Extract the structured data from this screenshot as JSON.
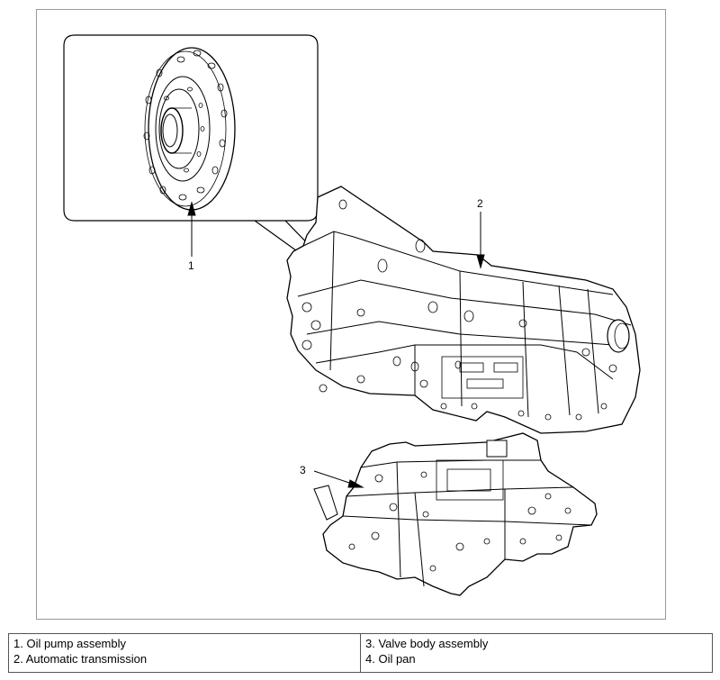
{
  "figure": {
    "callouts": [
      "1",
      "2",
      "3"
    ]
  },
  "legend": {
    "left": [
      "1. Oil pump assembly",
      "2. Automatic transmission"
    ],
    "right": [
      "3. Valve body assembly",
      "4. Oil pan"
    ]
  }
}
